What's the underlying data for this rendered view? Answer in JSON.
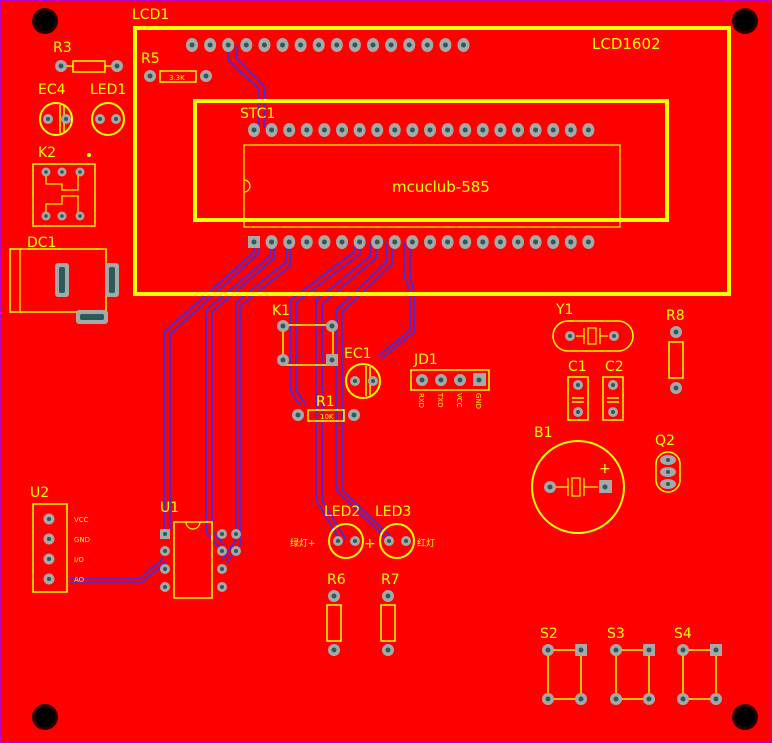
{
  "colors": {
    "board": "#FF0000",
    "edge": "#C000C0",
    "silk": "#FFFF00",
    "pad": "#A8A8A8",
    "hole": "#2A5A5A",
    "trace": "#3030FF",
    "white": "#FFFFFF"
  },
  "labels": {
    "lcd1": "LCD1",
    "lcd1602": "LCD1602",
    "r3": "R3",
    "r5": "R5",
    "r5_value": "3.3K",
    "ec4": "EC4",
    "led1": "LED1",
    "k2": "K2",
    "dc1": "DC1",
    "stc1": "STC1",
    "mcu": "mcuclub-585",
    "k1": "K1",
    "ec1": "EC1",
    "jd1": "JD1",
    "jd1_pins": [
      "RXD",
      "TXD",
      "VCC",
      "GND"
    ],
    "r1": "R1",
    "r1_value": "10K",
    "y1": "Y1",
    "r8": "R8",
    "c1": "C1",
    "c2": "C2",
    "b1": "B1",
    "b1_plus": "+",
    "q2": "Q2",
    "u2": "U2",
    "u2_pins": [
      "VCC",
      "GND",
      "I/O",
      "AO"
    ],
    "u1": "U1",
    "led2": "LED2",
    "led3": "LED3",
    "led2_note": "绿灯+",
    "led3_note": "红灯",
    "plus": "+",
    "r6": "R6",
    "r7": "R7",
    "s2": "S2",
    "s3": "S3",
    "s4": "S4"
  }
}
